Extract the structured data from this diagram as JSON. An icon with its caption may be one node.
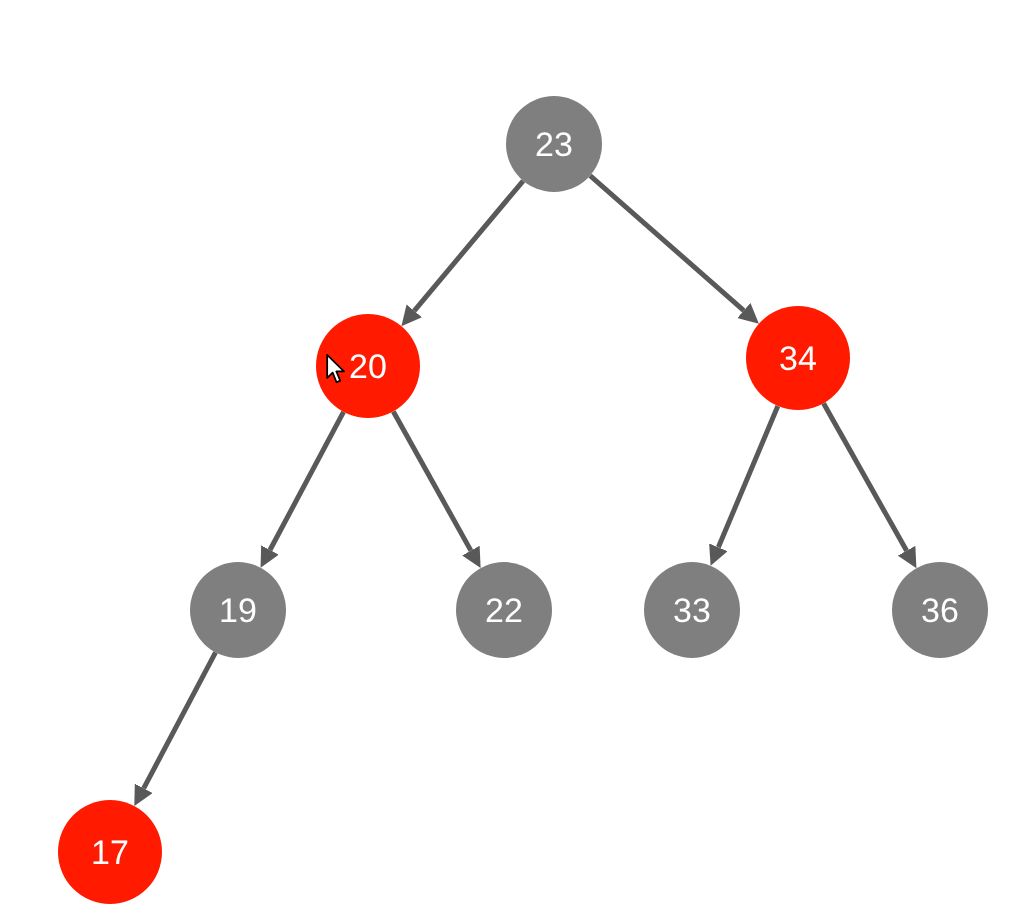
{
  "diagram": {
    "nodes": [
      {
        "text": [
          "23"
        ]
      },
      {
        "text": [
          "20"
        ]
      },
      {
        "text": [
          "34"
        ]
      },
      {
        "text": [
          "19"
        ]
      },
      {
        "text": [
          "22"
        ]
      },
      {
        "text": [
          "33"
        ]
      },
      {
        "text": [
          "36"
        ]
      },
      {
        "text": [
          "17"
        ]
      }
    ],
    "edges": [
      {
        "from": 0,
        "to": 1,
        "arrow": "to"
      },
      {
        "from": 0,
        "to": 2,
        "arrow": "to"
      },
      {
        "from": 1,
        "to": 3,
        "arrow": "to"
      },
      {
        "from": 1,
        "to": 4,
        "arrow": "to"
      },
      {
        "from": 2,
        "to": 5,
        "arrow": "to"
      },
      {
        "from": 2,
        "to": 6,
        "arrow": "to"
      },
      {
        "from": 3,
        "to": 7,
        "arrow": "to"
      }
    ]
  }
}
